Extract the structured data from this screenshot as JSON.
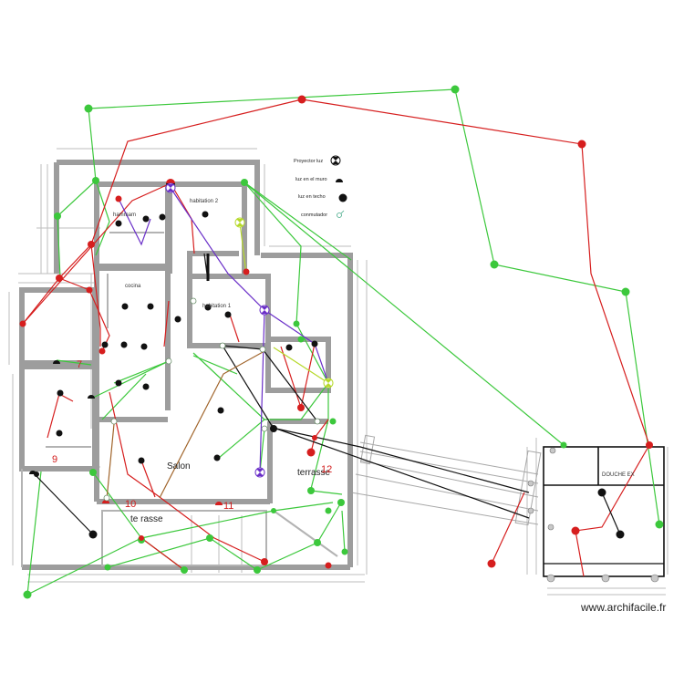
{
  "legend": {
    "projector": "Proyector luz",
    "wall_light": "luz en  el muro",
    "ceiling_light": "luz en techo",
    "switch": "conmutador"
  },
  "rooms": {
    "hammam": "hammam",
    "bedroom2": "habitation 2",
    "kitchen": "cocina",
    "bedroom1": "habitation 1",
    "salon": "Salon",
    "terrace_right": "terrasse",
    "terrace_bottom": "te rasse",
    "shower": "DOUCHE EX"
  },
  "numbers": {
    "n7": "7",
    "n9": "9",
    "n10": "10",
    "n11": "11",
    "n12": "12"
  },
  "watermark": "www.archifacile.fr",
  "colors": {
    "wall": "#9a9a9a",
    "dimension": "#b8b8b8",
    "red_wire": "#d61e1e",
    "green_wire": "#3cc83c",
    "purple_wire": "#6a2fc8",
    "black_wire": "#111111",
    "brown_wire": "#a0642a",
    "yellow_wire": "#c8e032"
  }
}
